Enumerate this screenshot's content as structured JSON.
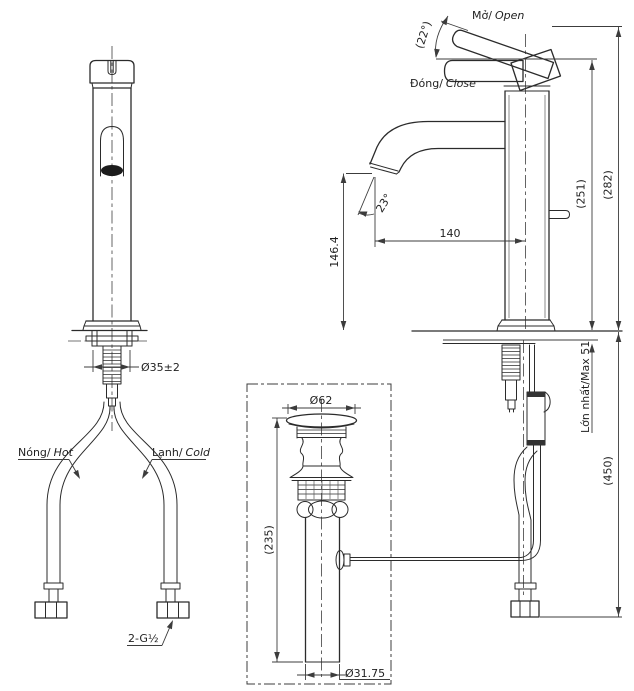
{
  "meta": {
    "title": "Faucet installation dimension drawing",
    "background": "#ffffff",
    "line_color": "#2b2b2b",
    "dimension_color": "#3c3c3c"
  },
  "labels": {
    "open": {
      "vi": "Mở/",
      "en": "Open"
    },
    "close": {
      "vi": "Đóng/",
      "en": "Close"
    },
    "hot": {
      "vi": "Nóng/",
      "en": "Hot"
    },
    "cold": {
      "vi": "Lạnh/",
      "en": "Cold"
    },
    "max_counter_thickness": "Lớn nhất/Max 51",
    "supply_thread": "2-G½"
  },
  "dimensions": {
    "handle_open_angle": "(22°)",
    "spout_angle": "23°",
    "spout_reach": "140",
    "spout_height": "146.4",
    "height_to_handle": "(251)",
    "overall_height": "(282)",
    "body_diameter": "Ø35±2",
    "supply_hose_length": "(450)",
    "drain_cap_diameter": "Ø62",
    "drain_length": "(235)",
    "drain_pipe_diameter": "Ø31.75"
  }
}
